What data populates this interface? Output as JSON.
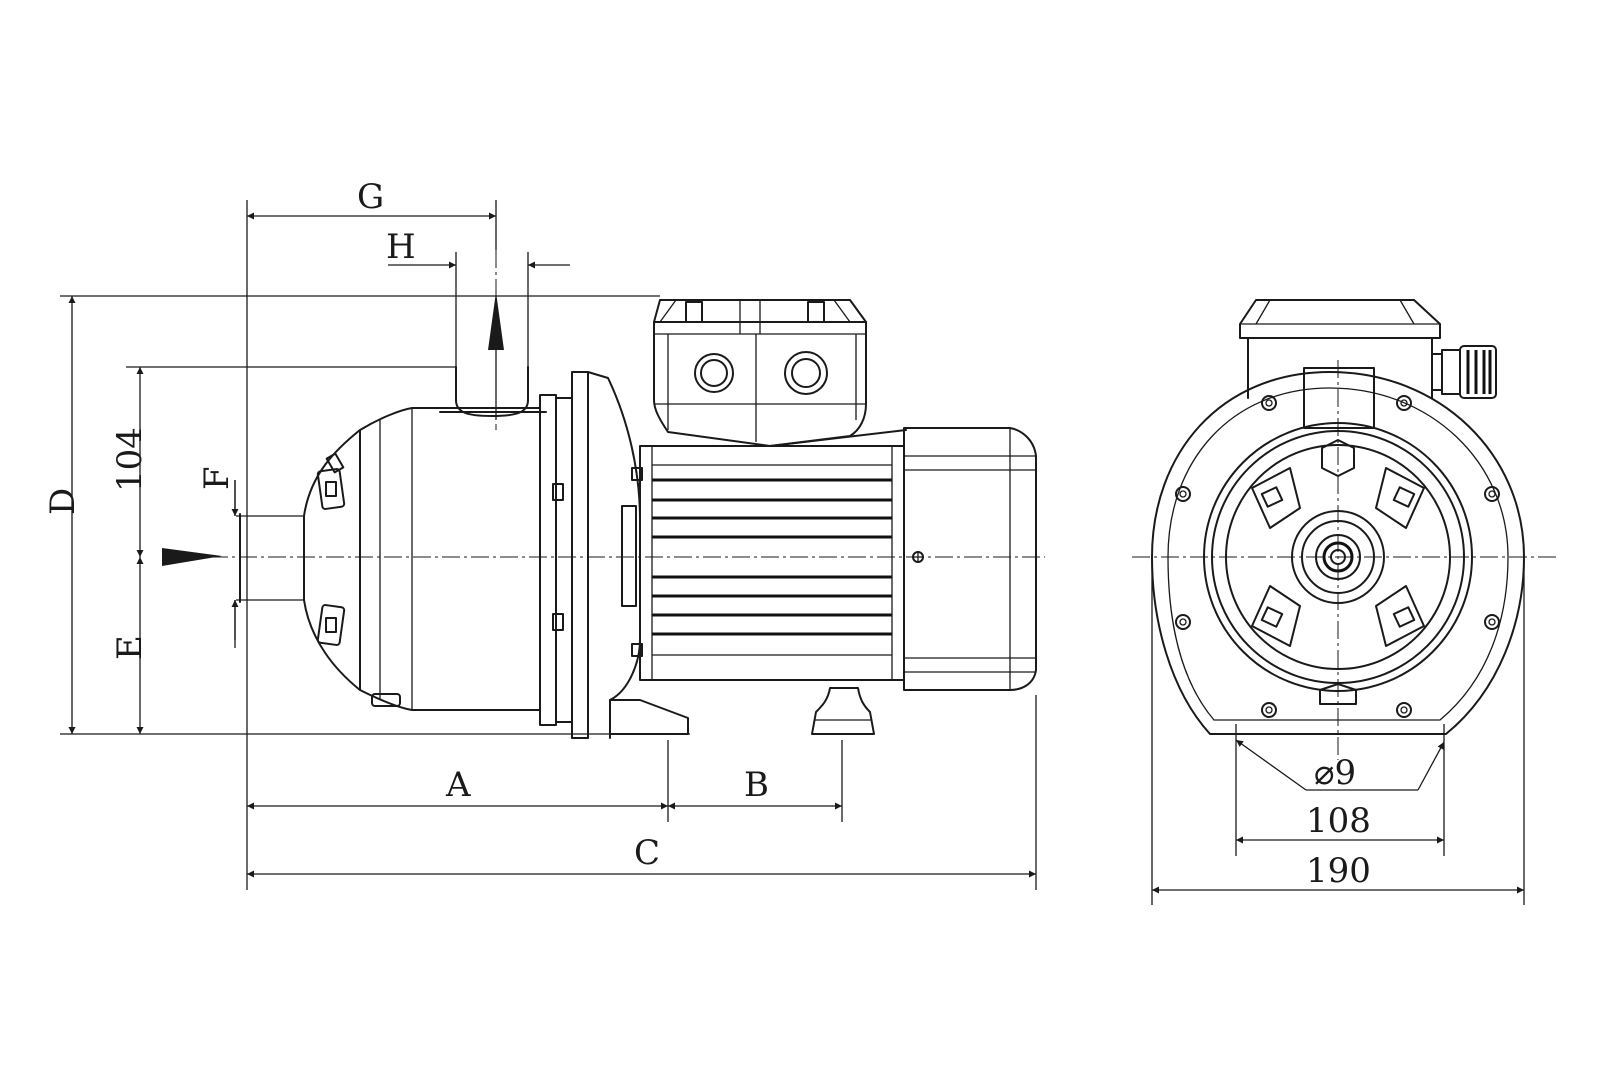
{
  "labels": {
    "g": "G",
    "h": "H",
    "d": "D",
    "dim_104": "104",
    "f": "F",
    "e": "E",
    "a": "A",
    "b": "B",
    "c": "C",
    "hole": "⌀9",
    "dim_108": "108",
    "dim_190": "190"
  }
}
